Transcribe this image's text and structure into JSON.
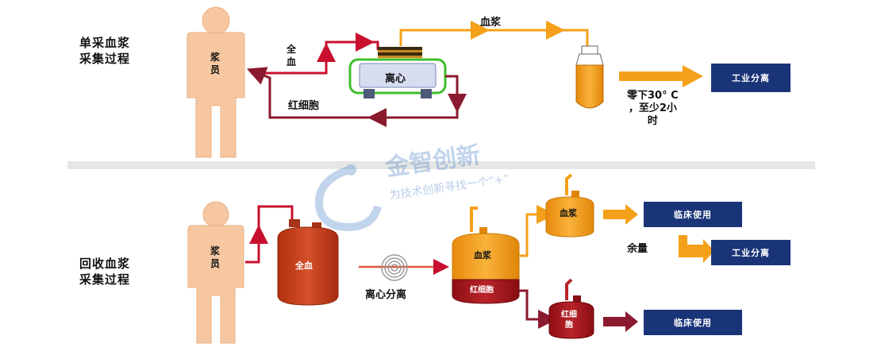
{
  "sections": {
    "single": {
      "line1": "单采血浆",
      "line2": "采集过程"
    },
    "recovery": {
      "line1": "回收血浆",
      "line2": "采集过程"
    }
  },
  "top": {
    "donor_label_1": "浆",
    "donor_label_2": "员",
    "whole_blood_1": "全",
    "whole_blood_2": "血",
    "plasma_label": "血浆",
    "centrifuge_label": "离心",
    "rbc_label": "红细胞",
    "storage_1": "零下30° C",
    "storage_2": "，至少2小",
    "storage_3": "时",
    "industrial_box": "工业分离"
  },
  "bottom": {
    "donor_label_1": "浆",
    "donor_label_2": "员",
    "whole_blood_tank": "全血",
    "centrifuge_label": "离心分离",
    "plasma_layer": "血浆",
    "rbc_layer": "红细胞",
    "plasma_tank": "血浆",
    "rbc_tank_1": "红细",
    "rbc_tank_2": "胞",
    "clinical_box_1": "临床使用",
    "surplus_label": "余量",
    "industrial_box": "工业分离",
    "clinical_box_2": "临床使用"
  },
  "watermark": {
    "title": "金智创新",
    "subtitle": "为技术创新寻找一个“+”"
  },
  "colors": {
    "skin": "#f6c7a1",
    "dark_red": "#8b1a2e",
    "red_line": "#c8102e",
    "orange": "#f5a01a",
    "navy": "#1a3478",
    "tank_red": "#c53b1a",
    "green_outline": "#3fbf2b",
    "divider": "#e6e6e6"
  }
}
